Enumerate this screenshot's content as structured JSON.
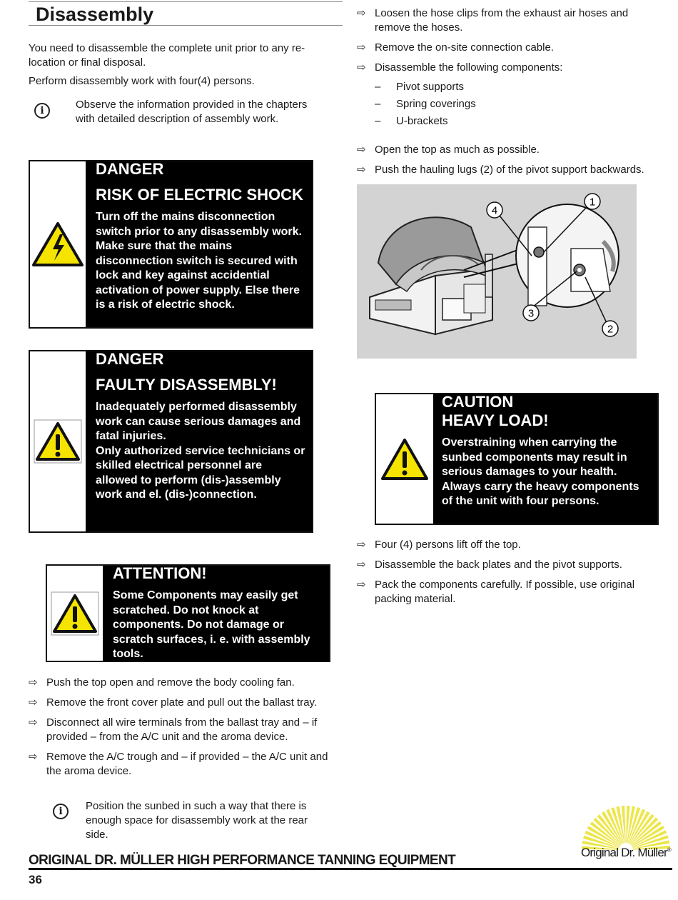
{
  "title": "Disassembly",
  "intro": {
    "p1": "You need to disassemble the complete unit prior to any re-location or final disposal.",
    "p2": "Perform disassembly work with four(4) persons."
  },
  "info1": "Observe the information provided in the chapters with detailed description of assembly work.",
  "danger1": {
    "heading": "DANGER",
    "subheading": "RISK OF ELECTRIC SHOCK",
    "body": "Turn off the mains disconnection switch prior to any disassembly work. Make sure that the mains disconnection switch is secured with lock and key against accidential activation of power supply. Else there is a risk of electric shock."
  },
  "danger2": {
    "heading": "DANGER",
    "subheading": "FAULTY DISASSEMBLY!",
    "body1": "Inadequately performed disassembly work can cause serious damages and fatal injuries.",
    "body2": "Only authorized service technicians or skilled electrical personnel  are allowed to perform (dis-)assembly work and el.  (dis-)connection."
  },
  "attention": {
    "heading": "ATTENTION!",
    "body": "Some Components may easily get scratched. Do not knock at components. Do not damage or scratch surfaces, i. e. with assembly tools."
  },
  "left_steps": [
    "Push the top open and remove the body cooling fan.",
    "Remove the front cover plate and pull out the ballast tray.",
    "Disconnect all wire terminals from the ballast tray and – if provided – from the A/C unit and the aroma device.",
    "Remove the A/C trough and – if provided – the A/C unit and the aroma device."
  ],
  "info2": "Position the sunbed in such a way that there is enough space for disassembly work at the rear side.",
  "right_steps_a": [
    "Loosen the hose clips from the exhaust air hoses and remove the hoses.",
    "Remove the on-site connection cable.",
    "Disassemble the following components:"
  ],
  "components": [
    "Pivot supports",
    "Spring coverings",
    "U-brackets"
  ],
  "right_steps_b": [
    "Open the top as much as possible.",
    "Push the hauling lugs (2) of the pivot support backwards."
  ],
  "figure_callouts": [
    "1",
    "2",
    "3",
    "4"
  ],
  "caution": {
    "heading": "CAUTION",
    "subheading": "HEAVY LOAD!",
    "body": "Overstraining when carrying the sunbed components may result in serious damages to your health. Always carry the heavy components of the unit with four persons."
  },
  "right_steps_c": [
    "Four (4) persons lift off the top.",
    "Disassemble the back plates and the pivot supports.",
    "Pack the components carefully. If possible, use original packing material."
  ],
  "footer": {
    "text": "ORIGINAL DR. MÜLLER HIGH PERFORMANCE TANNING EQUIPMENT",
    "page": "36",
    "logo": "Original Dr. Müller",
    "logo_mark": "®"
  },
  "colors": {
    "warning_yellow": "#f5e400",
    "figure_bg": "#d3d3d3",
    "logo_yellow": "#ece64a"
  },
  "icons": {
    "arrow": "⇨",
    "info": "i"
  }
}
